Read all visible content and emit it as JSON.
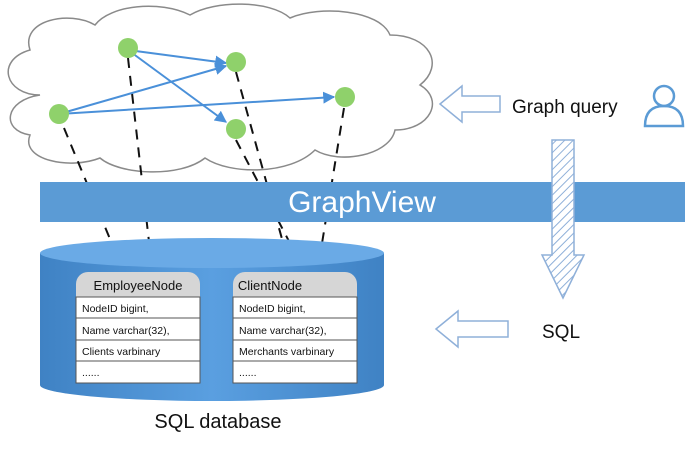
{
  "banner": {
    "label": "GraphView"
  },
  "graph_query": {
    "label": "Graph query"
  },
  "sql": {
    "label": "SQL"
  },
  "database": {
    "label": "SQL database"
  },
  "tables": [
    {
      "name": "EmployeeNode",
      "rows": [
        "NodeID bigint,",
        "Name varchar(32),",
        "Clients  varbinary",
        "......"
      ]
    },
    {
      "name": "ClientNode",
      "rows": [
        "NodeID bigint,",
        "Name varchar(32),",
        "Merchants varbinary",
        "......"
      ]
    }
  ],
  "icons": {
    "user": "user-icon",
    "node": "graph-node-icon"
  },
  "colors": {
    "node_fill": "#8fd16b",
    "edge": "#4a90d9",
    "banner": "#5b9bd5",
    "banner_text": "#ffffff",
    "database": "#4f91d0",
    "table_header": "#d6d6d6",
    "arrow_outline": "#8fb0d9"
  }
}
